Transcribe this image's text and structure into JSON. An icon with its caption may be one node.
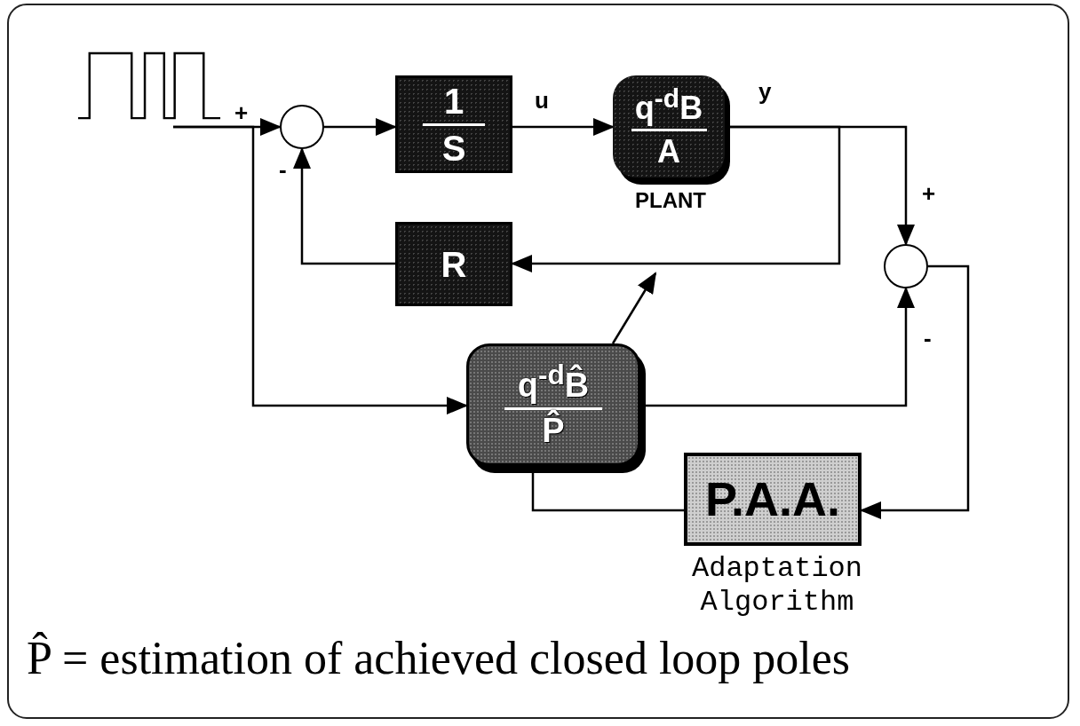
{
  "diagram": {
    "caption": "P̂ = estimation of achieved closed loop poles",
    "nodes": [
      {
        "text": [],
        "shape": "picture"
      },
      {
        "text": [],
        "shape": "circle"
      },
      {
        "text": [
          "1",
          "S"
        ]
      },
      {
        "text": [
          "q$^{-d}$B",
          "A"
        ],
        "beside": [
          "PLANT"
        ]
      },
      {
        "text": [
          "R"
        ]
      },
      {
        "text": [],
        "shape": "circle"
      },
      {
        "text": [
          "q$^{-d}$B̂",
          "P̂"
        ]
      },
      {
        "text": [
          "P.A.A."
        ],
        "beside": [
          "Adaptation Algorithm"
        ]
      }
    ],
    "edges": [
      {
        "from": 0,
        "to": 1,
        "arrow": "to",
        "label": "+"
      },
      {
        "from": 1,
        "to": 2,
        "arrow": "to"
      },
      {
        "from": 2,
        "to": 3,
        "arrow": "to",
        "label": "u"
      },
      {
        "from": 3,
        "to": 4,
        "arrow": "to"
      },
      {
        "from": 4,
        "to": 1,
        "arrow": "to",
        "label": "-"
      },
      {
        "from": 3,
        "to": 5,
        "arrow": "to",
        "label": "+"
      },
      {
        "from": 0,
        "to": 6,
        "arrow": "to"
      },
      {
        "from": 6,
        "to": 5,
        "arrow": "to",
        "label": "-"
      },
      {
        "from": 5,
        "to": 7,
        "arrow": "to"
      },
      {
        "from": 7,
        "to": 6,
        "arrow": "none"
      },
      {
        "from": 6,
        "to": null,
        "arrow": "to"
      }
    ],
    "labels": [
      "y"
    ]
  }
}
